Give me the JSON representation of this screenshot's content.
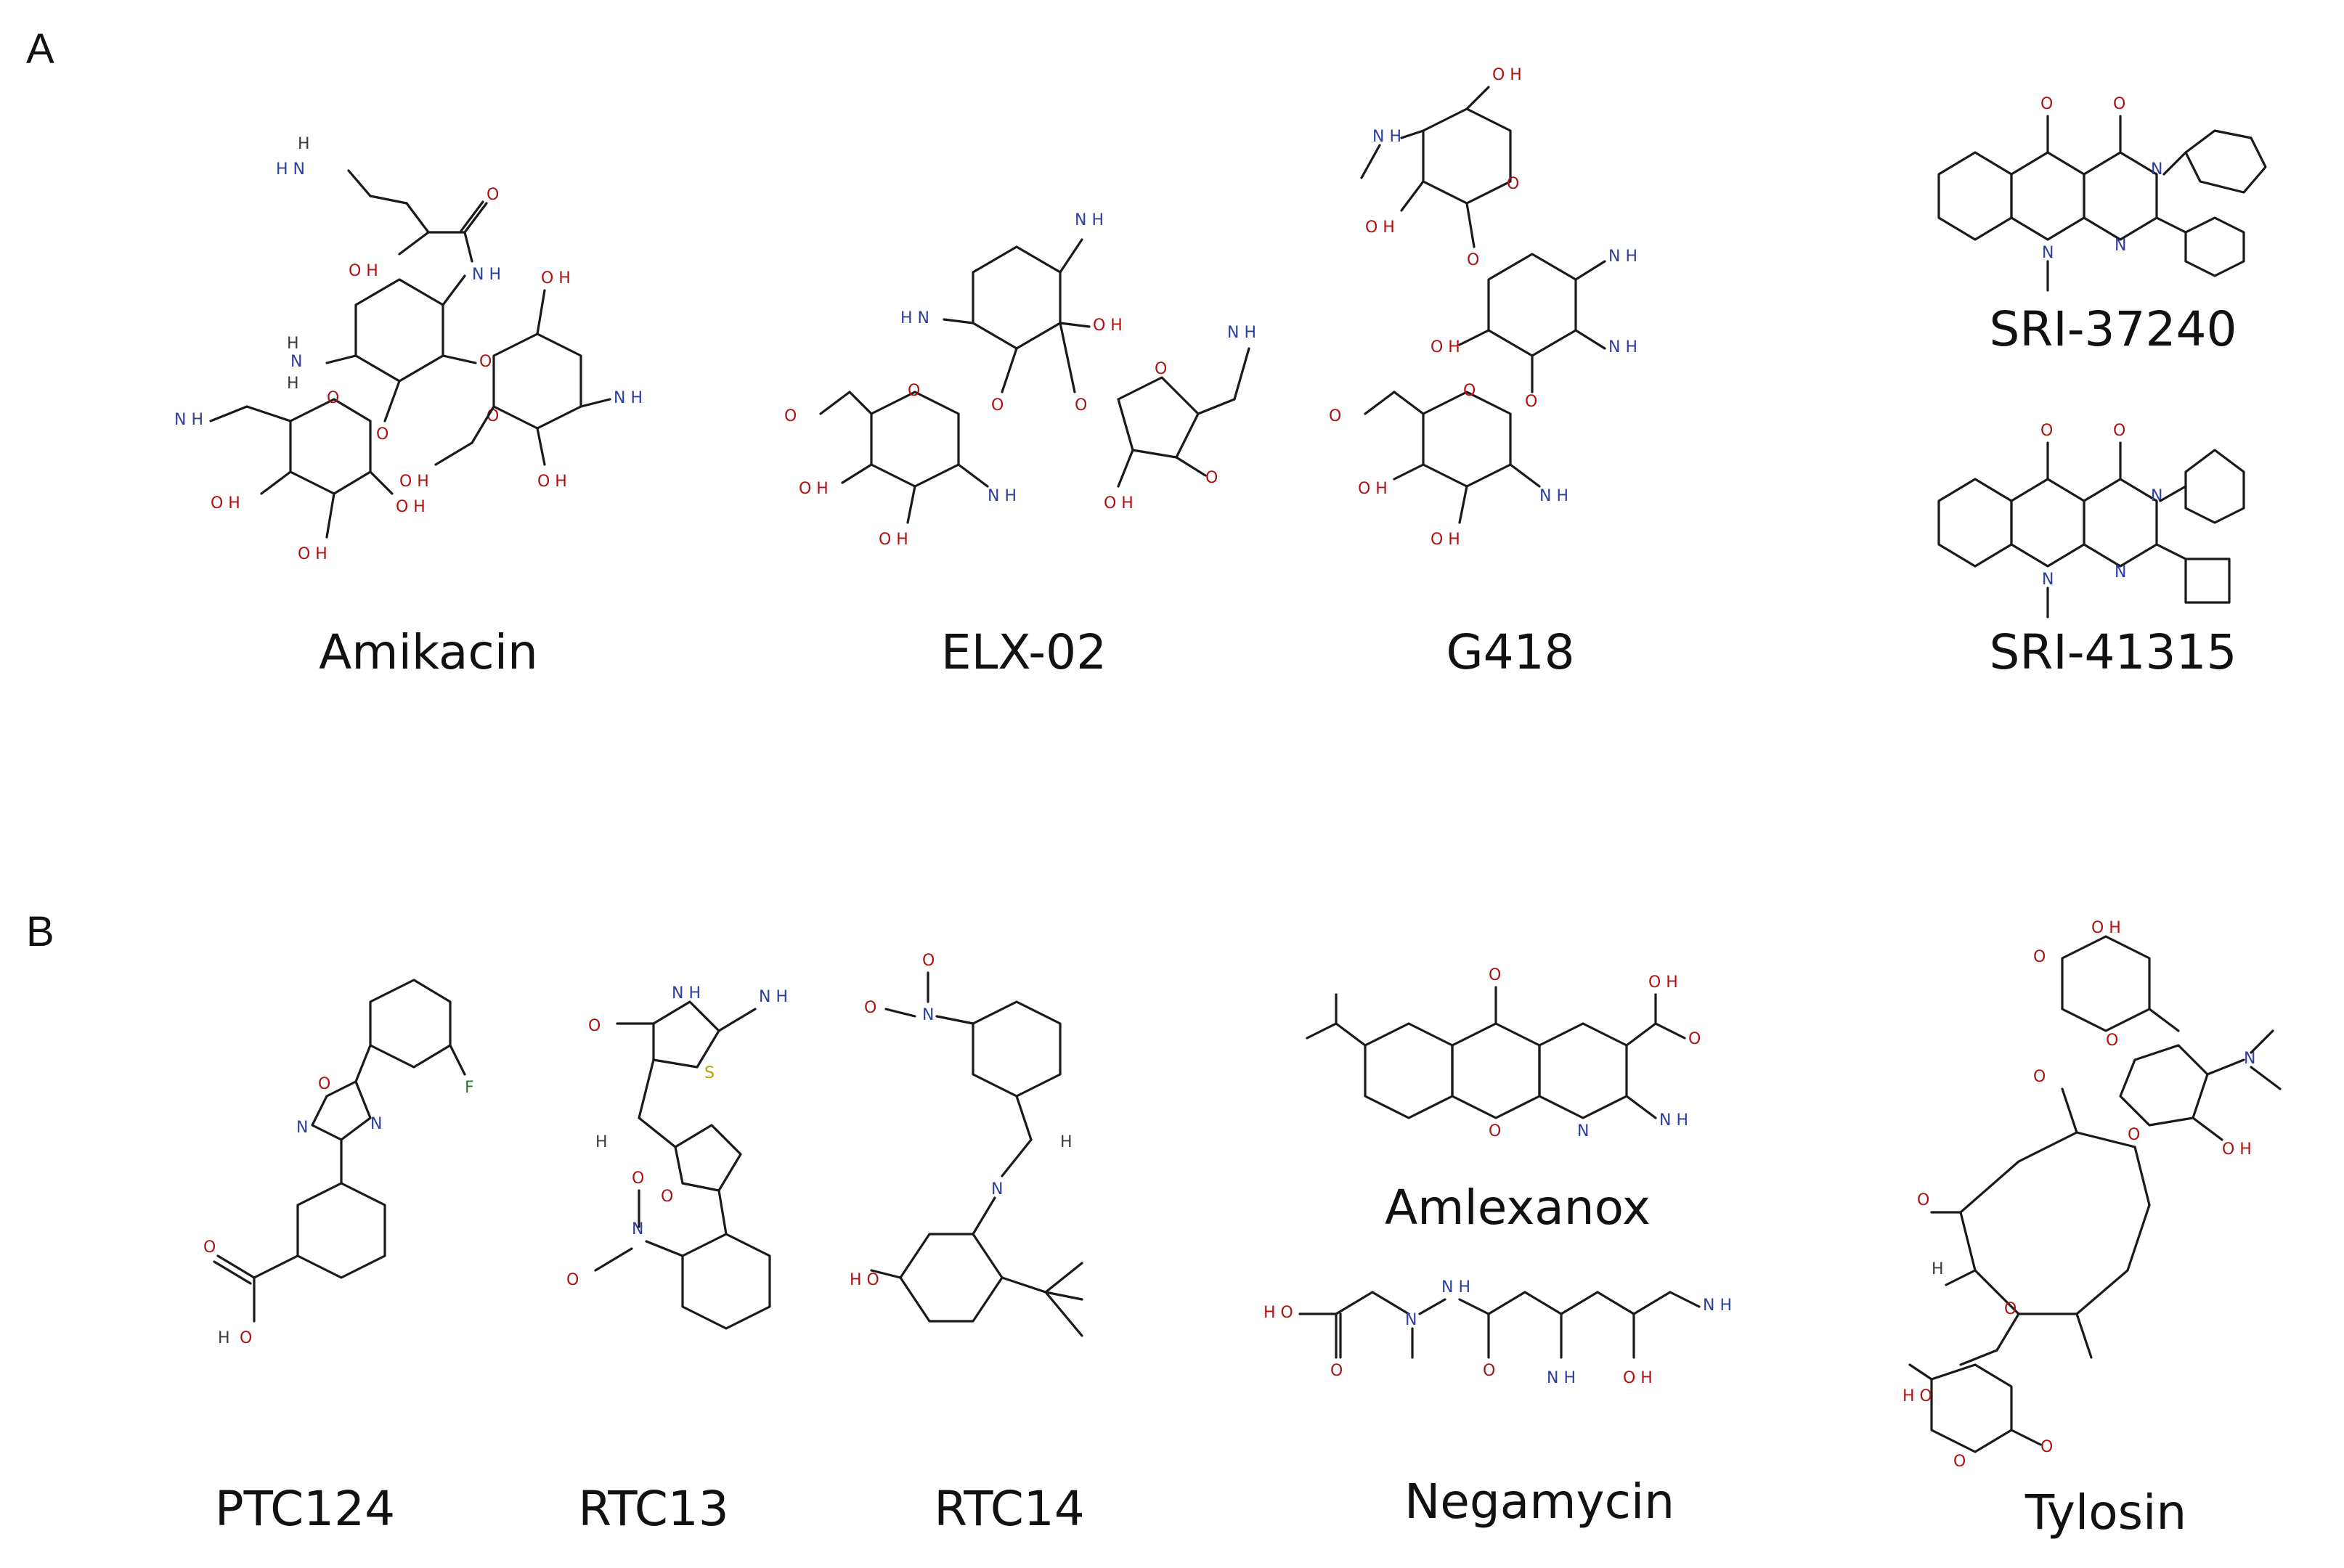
{
  "panels": [
    {
      "letter": "A"
    },
    {
      "letter": "B"
    }
  ],
  "molecules": {
    "amikacin": {
      "name": "Amikacin"
    },
    "elx02": {
      "name": "ELX-02"
    },
    "g418": {
      "name": "G418"
    },
    "sri37240": {
      "name": "SRI-37240"
    },
    "sri41315": {
      "name": "SRI-41315"
    },
    "ptc124": {
      "name": "PTC124"
    },
    "rtc13": {
      "name": "RTC13"
    },
    "rtc14": {
      "name": "RTC14"
    },
    "amlexanox": {
      "name": "Amlexanox"
    },
    "negamycin": {
      "name": "Negamycin"
    },
    "tylosin": {
      "name": "Tylosin"
    }
  },
  "atom_labels": {
    "oh": "O H",
    "nh2": "N H",
    "o": "O",
    "n": "N",
    "s": "S",
    "f": "F",
    "h": "H",
    "o_minus": "O",
    "n_plus": "N"
  }
}
